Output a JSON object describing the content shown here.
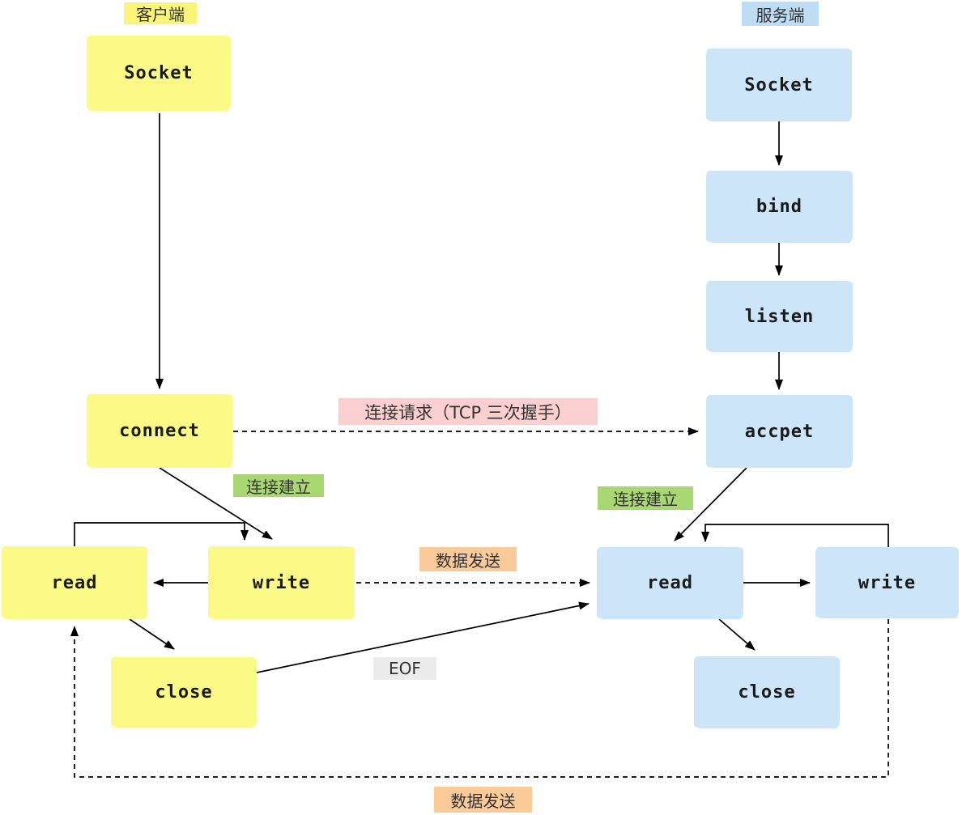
{
  "diagram": {
    "title_context": "socket-client-server-flow",
    "client": {
      "tag": "客户端",
      "nodes": {
        "socket": "Socket",
        "connect": "connect",
        "read": "read",
        "write": "write",
        "close": "close"
      }
    },
    "server": {
      "tag": "服务端",
      "nodes": {
        "socket": "Socket",
        "bind": "bind",
        "listen": "listen",
        "accpet": "accpet",
        "read": "read",
        "write": "write",
        "close": "close"
      }
    },
    "edge_labels": {
      "handshake": "连接请求（TCP 三次握手）",
      "established_left": "连接建立",
      "established_right": "连接建立",
      "data_send_middle": "数据发送",
      "data_send_bottom": "数据发送",
      "eof": "EOF"
    },
    "colors": {
      "client_node": "#FBFA86",
      "client_tag": "#FAF578",
      "server_node": "#CCE5F8",
      "server_tag": "#BEDDF4",
      "handshake_label_bg": "#F9CFD0",
      "established_label_bg": "#A9D873",
      "data_send_label_bg": "#FACB98",
      "eof_label_bg": "#ECECEC",
      "stroke": "#000000"
    }
  }
}
